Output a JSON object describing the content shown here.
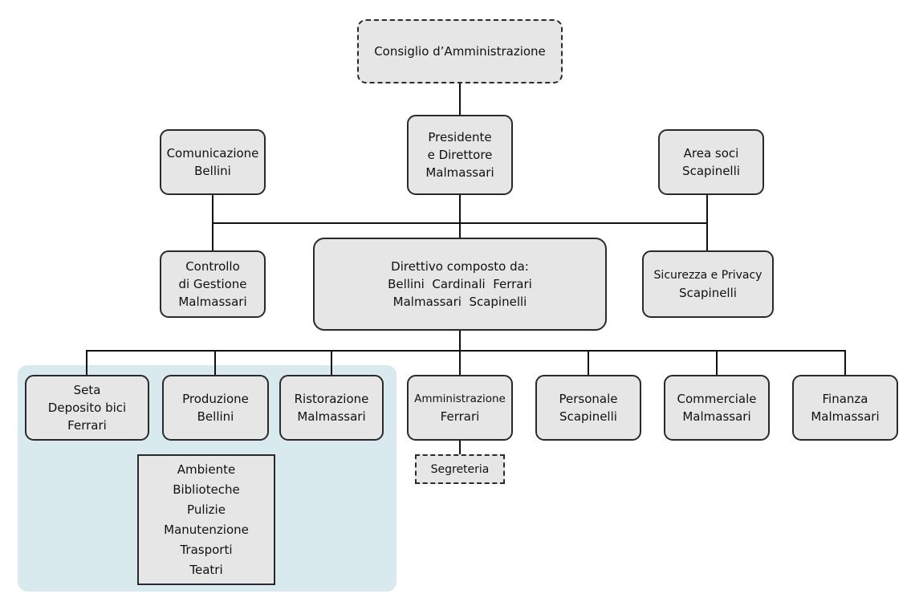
{
  "board": {
    "line1": "Consiglio d’Amministrazione"
  },
  "president": {
    "line1": "Presidente",
    "line2": "e Direttore",
    "line3": "Malmassari"
  },
  "comunicazione": {
    "line1": "Comunicazione",
    "line2": "Bellini"
  },
  "area_soci": {
    "line1": "Area soci",
    "line2": "Scapinelli"
  },
  "controllo": {
    "line1": "Controllo",
    "line2": "di Gestione",
    "line3": "Malmassari"
  },
  "direttivo": {
    "line1": "Direttivo composto da:",
    "line2": "Bellini  Cardinali  Ferrari",
    "line3": "Malmassari  Scapinelli"
  },
  "sicurezza": {
    "line1": "Sicurezza e Privacy",
    "line2": "Scapinelli"
  },
  "departments": {
    "seta": {
      "line1": "Seta",
      "line2": "Deposito bici",
      "line3": "Ferrari"
    },
    "produzione": {
      "line1": "Produzione",
      "line2": "Bellini"
    },
    "ristorazione": {
      "line1": "Ristorazione",
      "line2": "Malmassari"
    },
    "amministrazione": {
      "line1": "Amministrazione",
      "line2": "Ferrari"
    },
    "personale": {
      "line1": "Personale",
      "line2": "Scapinelli"
    },
    "commerciale": {
      "line1": "Commerciale",
      "line2": "Malmassari"
    },
    "finanza": {
      "line1": "Finanza",
      "line2": "Malmassari"
    }
  },
  "segreteria": {
    "line1": "Segreteria"
  },
  "services": {
    "items": [
      "Ambiente",
      "Biblioteche",
      "Pulizie",
      "Manutenzione",
      "Trasporti",
      "Teatri"
    ]
  }
}
